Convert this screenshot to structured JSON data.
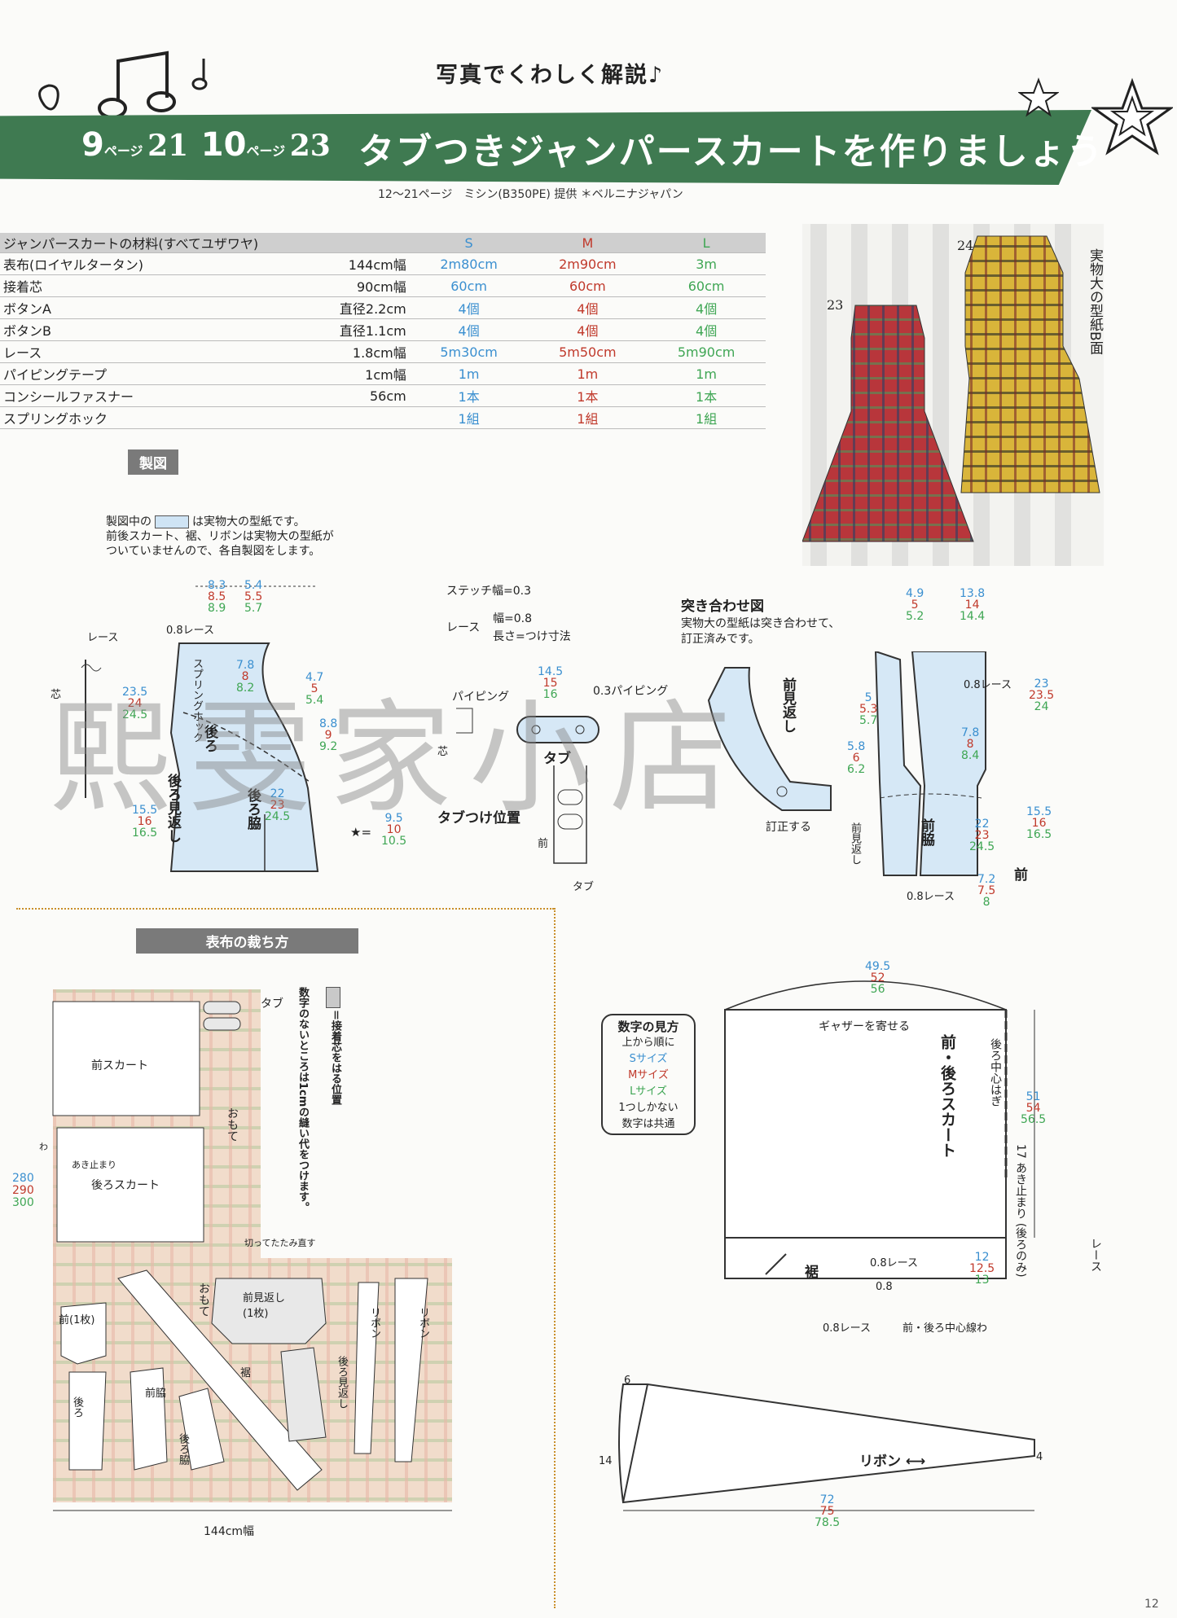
{
  "header": {
    "kicker": "写真でくわしく解説♪",
    "banner_ref_a_page": "9",
    "banner_ref_a_unit": "ページ",
    "banner_ref_a_item": "21",
    "banner_ref_b_page": "10",
    "banner_ref_b_unit": "ページ",
    "banner_ref_b_item": "23",
    "title": "タブつきジャンパースカートを作りましょう",
    "subtitle": "12〜21ページ　ミシン(B350PE) 提供 ＊ベルニナジャパン"
  },
  "materials": {
    "title": "ジャンパースカートの材料(すべてユザワヤ)",
    "sizes": [
      "S",
      "M",
      "L"
    ],
    "rows": [
      {
        "name": "表布(ロイヤルタータン)",
        "amount": "144cm幅",
        "s": "2m80cm",
        "m": "2m90cm",
        "l": "3m"
      },
      {
        "name": "接着芯",
        "amount": "90cm幅",
        "s": "60cm",
        "m": "60cm",
        "l": "60cm"
      },
      {
        "name": "ボタンA",
        "amount": "直径2.2cm",
        "s": "4個",
        "m": "4個",
        "l": "4個"
      },
      {
        "name": "ボタンB",
        "amount": "直径1.1cm",
        "s": "4個",
        "m": "4個",
        "l": "4個"
      },
      {
        "name": "レース",
        "amount": "1.8cm幅",
        "s": "5m30cm",
        "m": "5m50cm",
        "l": "5m90cm"
      },
      {
        "name": "パイピングテープ",
        "amount": "1cm幅",
        "s": "1m",
        "m": "1m",
        "l": "1m"
      },
      {
        "name": "コンシールファスナー",
        "amount": "56cm",
        "s": "1本",
        "m": "1本",
        "l": "1本"
      },
      {
        "name": "スプリングホック",
        "amount": "",
        "s": "1組",
        "m": "1組",
        "l": "1組"
      }
    ]
  },
  "photo": {
    "label_23": "23",
    "label_24": "24",
    "side_note": "実物大の型紙B面"
  },
  "drafting": {
    "section_title": "製図",
    "note_1": "製図中の",
    "note_2": "は実物大の型紙です。",
    "note_3": "前後スカート、裾、リボンは実物大の型紙が",
    "note_4": "ついていませんので、各自製図をします。",
    "stitch": "ステッチ幅=0.3",
    "lace_w": "幅=0.8",
    "lace_len": "長さ=つけ寸法",
    "lace": "レース",
    "piping": "パイピング",
    "piping_03": "0.3パイピング",
    "core": "芯",
    "tab": "タブ",
    "tab_pos": "タブつけ位置",
    "front": "前",
    "joint_title": "突き合わせ図",
    "joint_note_1": "実物大の型紙は突き合わせて、",
    "joint_note_2": "訂正済みです。",
    "correct": "訂正する",
    "front_facing": "前見返し",
    "back": "後ろ",
    "back_facing": "後ろ見返し",
    "back_side": "後ろ脇",
    "front_side": "前脇",
    "spring_hook": "スプリングホック",
    "lace_08": "0.8レース",
    "star_val": "★=",
    "front_label": "前"
  },
  "cutting": {
    "section_title": "表布の裁ち方",
    "legend": "＝接着芯をはる位置",
    "seam_note": "数字のないところは1cmの縫い代をつけます。",
    "front_skirt": "前スカート",
    "back_skirt": "後ろスカート",
    "open_stop": "あき止まり",
    "tab": "タブ",
    "face": "おもて",
    "refold": "切ってたたみ直す",
    "front_facing": "前見返し\n(1枚)",
    "front_one": "前(1枚)",
    "hem": "裾",
    "back": "後ろ",
    "front_side": "前脇",
    "back_side": "後ろ脇",
    "back_facing": "後ろ見返し",
    "ribbon": "リボン",
    "width": "144cm幅",
    "len_s": "280",
    "len_m": "290",
    "len_l": "300",
    "wa": "わ"
  },
  "howto": {
    "title": "数字の見方",
    "line1": "上から順に",
    "s": "Sサイズ",
    "m": "Mサイズ",
    "l": "Lサイズ",
    "line5": "1つしかない",
    "line6": "数字は共通"
  },
  "skirt": {
    "gather": "ギャザーを寄せる",
    "title": "前・後ろスカート",
    "center": "後ろ中心はぎ",
    "open": "17 あき止まり (後ろのみ)",
    "hem": "裾",
    "lace08": "0.8レース",
    "val08": "0.8",
    "lace08b": "0.8レース",
    "center_fold": "前・後ろ中心線わ",
    "lace": "レース"
  },
  "ribbon": {
    "title": "リボン ⟷"
  },
  "page_number": "12",
  "watermark": "熙雯家小店"
}
